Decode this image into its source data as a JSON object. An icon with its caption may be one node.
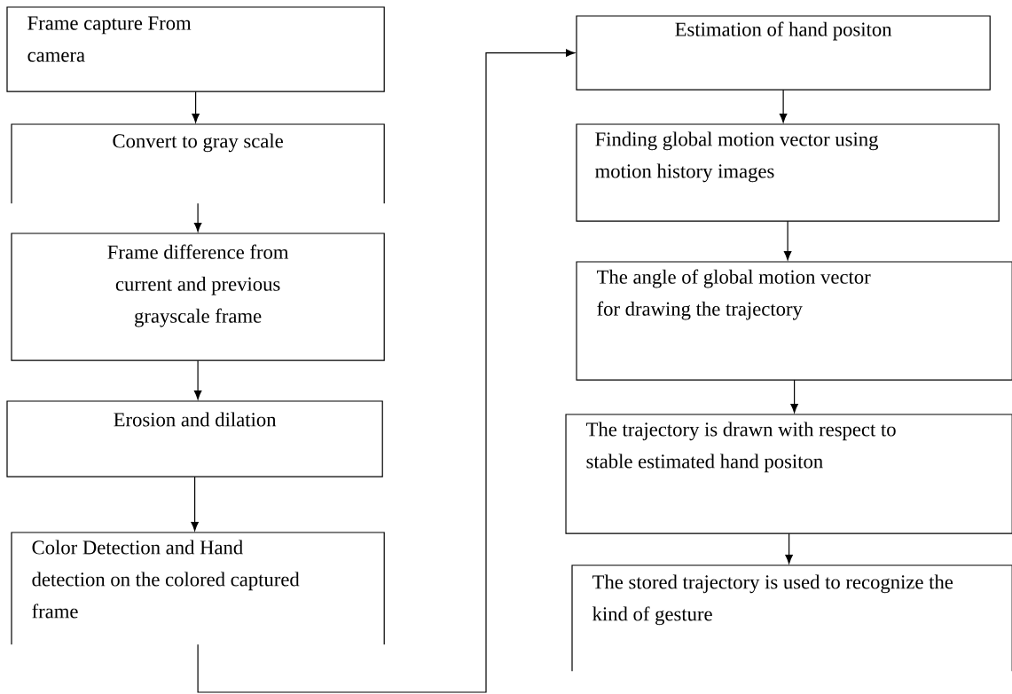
{
  "diagram": {
    "nodes": [
      {
        "text": [
          "Frame capture From camera"
        ]
      },
      {
        "text": [
          "Convert to gray scale"
        ]
      },
      {
        "text": [
          "Frame difference from current and previous grayscale frame"
        ]
      },
      {
        "text": [
          "Erosion and dilation"
        ]
      },
      {
        "text": [
          "Color Detection and Hand detection on the colored captured frame"
        ]
      },
      {
        "text": [
          "Estimation of hand positon"
        ]
      },
      {
        "text": [
          "Finding global motion vector using motion history images"
        ]
      },
      {
        "text": [
          "The angle of global motion vector for drawing the trajectory"
        ]
      },
      {
        "text": [
          "The trajectory is drawn with respect to stable estimated hand positon"
        ]
      },
      {
        "text": [
          "The stored trajectory is used to recognize the kind of gesture"
        ]
      }
    ],
    "edges": [
      {
        "from": 0,
        "to": 1,
        "arrow": "to"
      },
      {
        "from": 1,
        "to": 2,
        "arrow": "to"
      },
      {
        "from": 2,
        "to": 3,
        "arrow": "to"
      },
      {
        "from": 3,
        "to": 4,
        "arrow": "to"
      },
      {
        "from": 4,
        "to": 5,
        "arrow": "to"
      },
      {
        "from": 5,
        "to": 6,
        "arrow": "to"
      },
      {
        "from": 6,
        "to": 7,
        "arrow": "to"
      },
      {
        "from": 7,
        "to": 8,
        "arrow": "to"
      },
      {
        "from": 8,
        "to": 9,
        "arrow": "to"
      }
    ]
  }
}
